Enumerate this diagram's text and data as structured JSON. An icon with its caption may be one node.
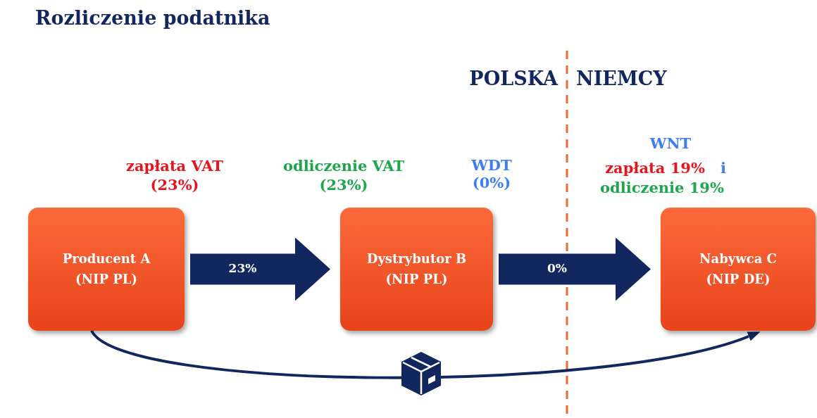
{
  "diagram": {
    "title": "Rozliczenie podatnika",
    "nodes": [
      {
        "text": [
          "Producent A (NIP PL)"
        ],
        "beside": [
          "zapłata VAT (23%)"
        ]
      },
      {
        "text": [
          "Dystrybutor B (NIP PL)"
        ],
        "beside": [
          "odliczenie VAT (23%)"
        ]
      },
      {
        "text": [
          "Nabywca C (NIP DE)"
        ],
        "beside": [
          "WNT",
          "zapłata 19%",
          "i",
          "odliczenie 19%"
        ]
      }
    ],
    "edges": [
      {
        "from": 0,
        "to": 1,
        "arrow": "to",
        "label": "23%"
      },
      {
        "from": 1,
        "to": 2,
        "arrow": "to",
        "label": "0%"
      },
      {
        "from": 0,
        "to": 2,
        "arrow": "to"
      }
    ],
    "labels": [
      "POLSKA",
      "NIEMCY",
      "WDT (0%)"
    ]
  }
}
